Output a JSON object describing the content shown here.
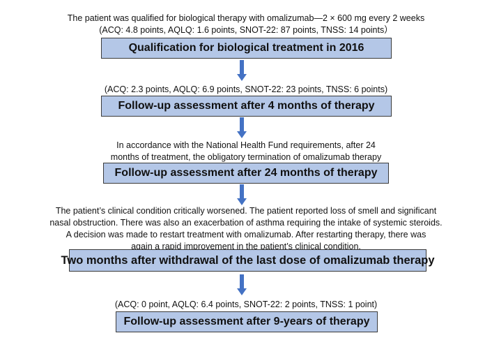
{
  "colors": {
    "box_fill": "#b4c7e7",
    "box_border": "#3a3a3a",
    "arrow": "#4472c4"
  },
  "steps": [
    {
      "note_lines": [
        "The patient was qualified for biological therapy with omalizumab—2 × 600 mg every 2 weeks",
        "(ACQ: 4.8 points, AQLQ: 1.6 points, SNOT-22: 87 points, TNSS: 14 points）"
      ],
      "box": "Qualification for biological treatment in 2016"
    },
    {
      "note_lines": [
        "(ACQ: 2.3 points, AQLQ: 6.9 points, SNOT-22: 23 points, TNSS: 6 points)"
      ],
      "box": "Follow-up assessment after 4 months of therapy"
    },
    {
      "note_lines": [
        "In accordance with the National Health Fund requirements, after 24",
        "months of treatment, the obligatory termination of omalizumab therapy"
      ],
      "box": "Follow-up assessment after 24 months of therapy"
    },
    {
      "note_lines": [
        "The patient’s clinical condition critically worsened. The patient reported loss of smell and significant",
        "nasal obstruction. There was also an exacerbation of asthma requiring the intake of systemic steroids.",
        "A decision was made to restart treatment with omalizumab. After restarting therapy, there was",
        "again a rapid improvement in the patient’s clinical condition."
      ],
      "box": "Two months after withdrawal of the last dose of omalizumab therapy"
    },
    {
      "note_lines": [
        "(ACQ: 0 point, AQLQ: 6.4 points, SNOT-22: 2 points, TNSS: 1 point)"
      ],
      "box": "Follow-up assessment after 9-years of therapy"
    }
  ]
}
